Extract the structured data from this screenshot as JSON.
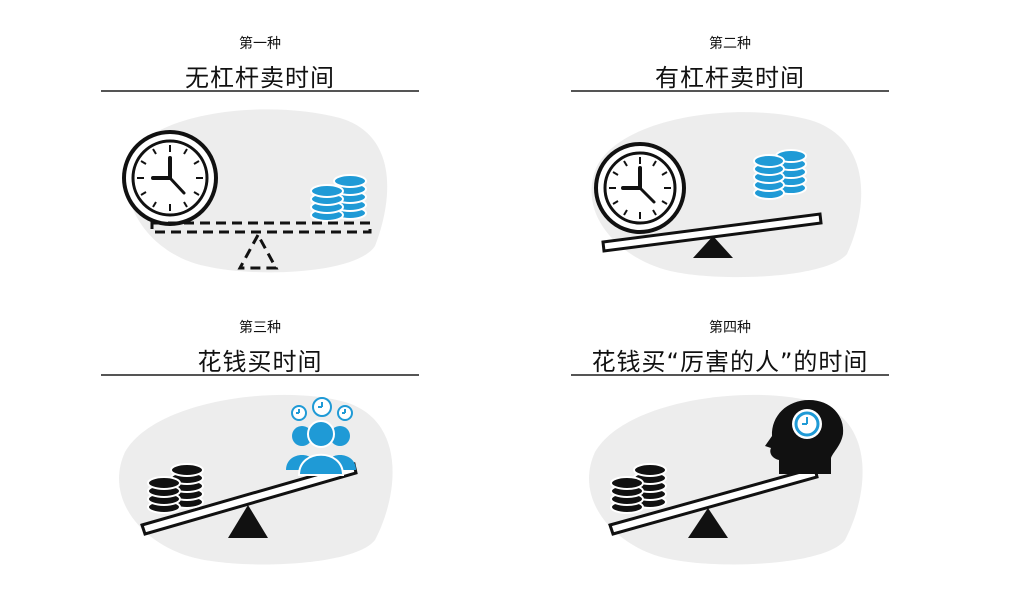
{
  "panels": [
    {
      "number": "第一种",
      "title": "无杠杆卖时间"
    },
    {
      "number": "第二种",
      "title": "有杠杆卖时间"
    },
    {
      "number": "第三种",
      "title": "花钱买时间"
    },
    {
      "number": "第四种",
      "title": "花钱买“厉害的人”的时间"
    }
  ],
  "colors": {
    "accent": "#1f9ad6",
    "ink": "#111111",
    "blob": "#ededed"
  },
  "icons": [
    "clock-icon",
    "coin-stack-icon",
    "balance-beam-icon",
    "people-icon",
    "head-icon"
  ]
}
